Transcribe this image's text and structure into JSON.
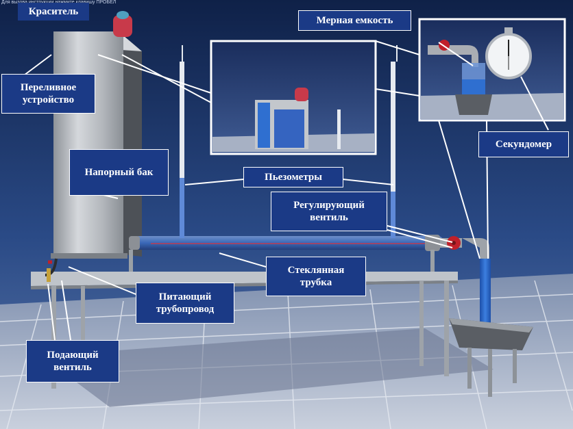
{
  "top_hint": "Для вызова инструкции нажмите клавишу ПРОБЕЛ",
  "labels": {
    "dye": "Краситель",
    "overflow": "Переливное устройство",
    "head_tank": "Напорный бак",
    "measuring_tank": "Мерная емкость",
    "stopwatch": "Секундомер",
    "piezometers": "Пьезометры",
    "control_valve": "Регулирующий вентиль",
    "glass_tube": "Стеклянная трубка",
    "supply_pipe": "Питающий трубопровод",
    "feed_valve": "Подающий вентиль"
  },
  "colors": {
    "background": "#1f3566",
    "label_bg": "#1b3a86",
    "water": "#2f6fd0",
    "dye": "#c83a4a",
    "steel": "#a9adb3"
  }
}
